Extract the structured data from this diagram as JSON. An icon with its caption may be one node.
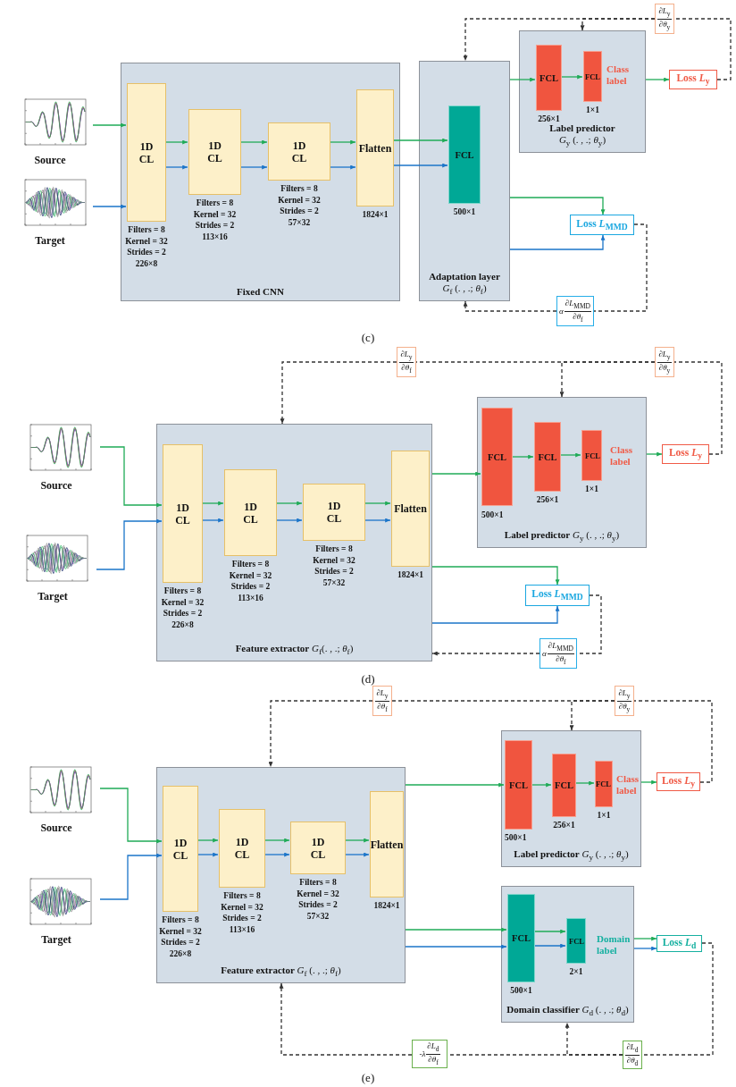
{
  "diagram": {
    "nodes": [
      {
        "text": [
          "Source"
        ]
      },
      {
        "text": [
          "Target"
        ]
      },
      {
        "text": [
          "Fixed CNN"
        ]
      },
      {
        "text": [
          "1D CL"
        ],
        "in": 2,
        "beside": [
          "Filters = 8",
          "Kernel = 32",
          "Strides = 2",
          "226×8"
        ]
      },
      {
        "text": [
          "1D CL"
        ],
        "in": 2,
        "beside": [
          "Filters = 8",
          "Kernel = 32",
          "Strides = 2",
          "113×16"
        ]
      },
      {
        "text": [
          "1D CL"
        ],
        "in": 2,
        "beside": [
          "Filters = 8",
          "Kernel = 32",
          "Strides = 2",
          "57×32"
        ]
      },
      {
        "text": [
          "Flatten"
        ],
        "in": 2,
        "beside": [
          "1824×1"
        ]
      },
      {
        "text": [
          "Adaptation layer",
          "*G*$_{f}$ (. , .; *θ*$_{f}$)"
        ]
      },
      {
        "text": [
          "FCL"
        ],
        "in": 7,
        "beside": [
          "500×1"
        ]
      },
      {
        "text": [
          "Label predictor",
          "*G*$_{y}$ (. , .; *θ*$_{y}$)"
        ]
      },
      {
        "text": [
          "FCL"
        ],
        "in": 9,
        "beside": [
          "256×1"
        ]
      },
      {
        "text": [
          "FCL"
        ],
        "in": 9,
        "beside": [
          "1×1",
          "Class label"
        ]
      },
      {
        "text": [
          "Loss *L*$_{y}$"
        ]
      },
      {
        "text": [
          "Loss *L*$_{MMD}$"
        ]
      },
      {
        "text": [
          "∂*L*$_{y}$",
          "∂*θ*$_{y}$"
        ]
      },
      {
        "text": [
          "*α*",
          "∂*L*$_{MMD}$",
          "∂*θ*$_{f}$"
        ]
      },
      {
        "text": [
          "Source"
        ]
      },
      {
        "text": [
          "Target"
        ]
      },
      {
        "text": [
          "**Feature extractor** *G*$_{f}$(. , .; *θ*$_{f}$)"
        ]
      },
      {
        "text": [
          "1D CL"
        ],
        "in": 18,
        "beside": [
          "Filters = 8",
          "Kernel = 32",
          "Strides = 2",
          "226×8"
        ]
      },
      {
        "text": [
          "1D CL"
        ],
        "in": 18,
        "beside": [
          "Filters = 8",
          "Kernel = 32",
          "Strides = 2",
          "113×16"
        ]
      },
      {
        "text": [
          "1D CL"
        ],
        "in": 18,
        "beside": [
          "Filters = 8",
          "Kernel = 32",
          "Strides = 2",
          "57×32"
        ]
      },
      {
        "text": [
          "Flatten"
        ],
        "in": 18,
        "beside": [
          "1824×1"
        ]
      },
      {
        "text": [
          "**Label predictor** *G*$_{y}$ (. , .; *θ*$_{y}$)"
        ]
      },
      {
        "text": [
          "FCL"
        ],
        "in": 23,
        "beside": [
          "500×1"
        ]
      },
      {
        "text": [
          "FCL"
        ],
        "in": 23,
        "beside": [
          "256×1"
        ]
      },
      {
        "text": [
          "FCL"
        ],
        "in": 23,
        "beside": [
          "1×1",
          "Class label"
        ]
      },
      {
        "text": [
          "Loss *L*$_{y}$"
        ]
      },
      {
        "text": [
          "Loss *L*$_{MMD}$"
        ]
      },
      {
        "text": [
          "∂*L*$_{y}$",
          "∂*θ*$_{f}$"
        ]
      },
      {
        "text": [
          "∂*L*$_{y}$",
          "∂*θ*$_{y}$"
        ]
      },
      {
        "text": [
          "*α*",
          "∂*L*$_{MMD}$",
          "∂*θ*$_{f}$"
        ]
      },
      {
        "text": [
          "Source"
        ]
      },
      {
        "text": [
          "Target"
        ]
      },
      {
        "text": [
          "**Feature extractor** *G*$_{f}$ (. , .; *θ*$_{f}$)"
        ]
      },
      {
        "text": [
          "1D CL"
        ],
        "in": 34,
        "beside": [
          "Filters = 8",
          "Kernel = 32",
          "Strides = 2",
          "226×8"
        ]
      },
      {
        "text": [
          "1D CL"
        ],
        "in": 34,
        "beside": [
          "Filters = 8",
          "Kernel = 32",
          "Strides = 2",
          "113×16"
        ]
      },
      {
        "text": [
          "1D CL"
        ],
        "in": 34,
        "beside": [
          "Filters = 8",
          "Kernel = 32",
          "Strides = 2",
          "57×32"
        ]
      },
      {
        "text": [
          "Flatten"
        ],
        "in": 34,
        "beside": [
          "1824×1"
        ]
      },
      {
        "text": [
          "**Label predictor** *G*$_{y}$ (. , .; *θ*$_{y}$)"
        ]
      },
      {
        "text": [
          "FCL"
        ],
        "in": 39,
        "beside": [
          "500×1"
        ]
      },
      {
        "text": [
          "FCL"
        ],
        "in": 39,
        "beside": [
          "256×1"
        ]
      },
      {
        "text": [
          "FCL"
        ],
        "in": 39,
        "beside": [
          "1×1",
          "Class label"
        ]
      },
      {
        "text": [
          "Loss *L*$_{y}$"
        ]
      },
      {
        "text": [
          "**Domain classifier** *G*$_{d}$ (. , .; *θ*$_{d}$)"
        ]
      },
      {
        "text": [
          "FCL"
        ],
        "in": 44,
        "beside": [
          "500×1"
        ]
      },
      {
        "text": [
          "FCL"
        ],
        "in": 44,
        "beside": [
          "2×1",
          "Domain label"
        ]
      },
      {
        "text": [
          "Loss *L*$_{d}$"
        ]
      },
      {
        "text": [
          "∂*L*$_{y}$",
          "∂*θ*$_{f}$"
        ]
      },
      {
        "text": [
          "∂*L*$_{y}$",
          "∂*θ*$_{y}$"
        ]
      },
      {
        "text": [
          "-*λ*",
          "∂*L*$_{d}$",
          "∂*θ*$_{f}$"
        ]
      },
      {
        "text": [
          "∂*L*$_{d}$",
          "∂*θ*$_{d}$"
        ]
      }
    ],
    "edges": [
      {
        "from": 0,
        "to": 3,
        "arrow": "to",
        "color": "#1fab57"
      },
      {
        "from": 1,
        "to": 3,
        "arrow": "to",
        "color": "#1b75c9"
      },
      {
        "from": 3,
        "to": 4,
        "arrow": "to",
        "color": "#1fab57"
      },
      {
        "from": 3,
        "to": 4,
        "arrow": "to",
        "color": "#1b75c9"
      },
      {
        "from": 4,
        "to": 5,
        "arrow": "to",
        "color": "#1fab57"
      },
      {
        "from": 4,
        "to": 5,
        "arrow": "to",
        "color": "#1b75c9"
      },
      {
        "from": 5,
        "to": 6,
        "arrow": "to",
        "color": "#1fab57"
      },
      {
        "from": 5,
        "to": 6,
        "arrow": "to",
        "color": "#1b75c9"
      },
      {
        "from": 6,
        "to": 8,
        "arrow": "to",
        "color": "#1fab57"
      },
      {
        "from": 6,
        "to": 8,
        "arrow": "to",
        "color": "#1b75c9"
      },
      {
        "from": 7,
        "to": 10,
        "arrow": "to",
        "color": "#1fab57"
      },
      {
        "from": 10,
        "to": 11,
        "arrow": "to",
        "color": "#1fab57"
      },
      {
        "from": 9,
        "to": 12,
        "arrow": "to",
        "color": "#1fab57"
      },
      {
        "from": 7,
        "to": 13,
        "arrow": "to",
        "color": "#1fab57"
      },
      {
        "from": 7,
        "to": 13,
        "arrow": "to",
        "color": "#1b75c9"
      },
      {
        "from": 12,
        "to": 14,
        "arrow": "none",
        "style": "dashed",
        "color": "#333333"
      },
      {
        "from": 14,
        "to": 9,
        "arrow": "to",
        "style": "dashed",
        "color": "#333333"
      },
      {
        "from": 14,
        "to": 7,
        "arrow": "to",
        "style": "dashed",
        "color": "#333333"
      },
      {
        "from": 13,
        "to": 15,
        "arrow": "none",
        "style": "dashed",
        "color": "#333333"
      },
      {
        "from": 15,
        "to": 7,
        "arrow": "to",
        "style": "dashed",
        "color": "#333333"
      },
      {
        "from": 16,
        "to": 19,
        "arrow": "to",
        "color": "#1fab57"
      },
      {
        "from": 17,
        "to": 19,
        "arrow": "to",
        "color": "#1b75c9"
      },
      {
        "from": 19,
        "to": 20,
        "arrow": "to",
        "color": "#1fab57"
      },
      {
        "from": 19,
        "to": 20,
        "arrow": "to",
        "color": "#1b75c9"
      },
      {
        "from": 20,
        "to": 21,
        "arrow": "to",
        "color": "#1fab57"
      },
      {
        "from": 20,
        "to": 21,
        "arrow": "to",
        "color": "#1b75c9"
      },
      {
        "from": 21,
        "to": 22,
        "arrow": "to",
        "color": "#1fab57"
      },
      {
        "from": 21,
        "to": 22,
        "arrow": "to",
        "color": "#1b75c9"
      },
      {
        "from": 18,
        "to": 24,
        "arrow": "to",
        "color": "#1fab57"
      },
      {
        "from": 24,
        "to": 25,
        "arrow": "to",
        "color": "#1fab57"
      },
      {
        "from": 25,
        "to": 26,
        "arrow": "to",
        "color": "#1fab57"
      },
      {
        "from": 23,
        "to": 27,
        "arrow": "to",
        "color": "#1fab57"
      },
      {
        "from": 18,
        "to": 28,
        "arrow": "to",
        "color": "#1fab57"
      },
      {
        "from": 18,
        "to": 28,
        "arrow": "to",
        "color": "#1b75c9"
      },
      {
        "from": 27,
        "to": 30,
        "arrow": "none",
        "style": "dashed",
        "color": "#333333"
      },
      {
        "from": 30,
        "to": 23,
        "arrow": "to",
        "style": "dashed",
        "color": "#333333"
      },
      {
        "from": 30,
        "to": 29,
        "arrow": "none",
        "style": "dashed",
        "color": "#333333"
      },
      {
        "from": 29,
        "to": 18,
        "arrow": "to",
        "style": "dashed",
        "color": "#333333"
      },
      {
        "from": 28,
        "to": 31,
        "arrow": "none",
        "style": "dashed",
        "color": "#333333"
      },
      {
        "from": 31,
        "to": 18,
        "arrow": "to",
        "style": "dashed",
        "color": "#333333"
      },
      {
        "from": 32,
        "to": 35,
        "arrow": "to",
        "color": "#1fab57"
      },
      {
        "from": 33,
        "to": 35,
        "arrow": "to",
        "color": "#1b75c9"
      },
      {
        "from": 35,
        "to": 36,
        "arrow": "to",
        "color": "#1fab57"
      },
      {
        "from": 35,
        "to": 36,
        "arrow": "to",
        "color": "#1b75c9"
      },
      {
        "from": 36,
        "to": 37,
        "arrow": "to",
        "color": "#1fab57"
      },
      {
        "from": 36,
        "to": 37,
        "arrow": "to",
        "color": "#1b75c9"
      },
      {
        "from": 37,
        "to": 38,
        "arrow": "to",
        "color": "#1fab57"
      },
      {
        "from": 37,
        "to": 38,
        "arrow": "to",
        "color": "#1b75c9"
      },
      {
        "from": 34,
        "to": 40,
        "arrow": "to",
        "color": "#1fab57"
      },
      {
        "from": 40,
        "to": 41,
        "arrow": "to",
        "color": "#1fab57"
      },
      {
        "from": 41,
        "to": 42,
        "arrow": "to",
        "color": "#1fab57"
      },
      {
        "from": 39,
        "to": 43,
        "arrow": "to",
        "color": "#1fab57"
      },
      {
        "from": 34,
        "to": 45,
        "arrow": "to",
        "color": "#1fab57"
      },
      {
        "from": 34,
        "to": 45,
        "arrow": "to",
        "color": "#1b75c9"
      },
      {
        "from": 45,
        "to": 46,
        "arrow": "to",
        "color": "#1fab57"
      },
      {
        "from": 45,
        "to": 46,
        "arrow": "to",
        "color": "#1b75c9"
      },
      {
        "from": 44,
        "to": 47,
        "arrow": "to",
        "color": "#1fab57"
      },
      {
        "from": 44,
        "to": 47,
        "arrow": "to",
        "color": "#1b75c9"
      },
      {
        "from": 43,
        "to": 49,
        "arrow": "none",
        "style": "dashed",
        "color": "#333333"
      },
      {
        "from": 49,
        "to": 39,
        "arrow": "to",
        "style": "dashed",
        "color": "#333333"
      },
      {
        "from": 49,
        "to": 48,
        "arrow": "none",
        "style": "dashed",
        "color": "#333333"
      },
      {
        "from": 48,
        "to": 34,
        "arrow": "to",
        "style": "dashed",
        "color": "#333333"
      },
      {
        "from": 47,
        "to": 51,
        "arrow": "none",
        "style": "dashed",
        "color": "#333333"
      },
      {
        "from": 51,
        "to": 44,
        "arrow": "to",
        "style": "dashed",
        "color": "#333333"
      },
      {
        "from": 51,
        "to": 50,
        "arrow": "none",
        "style": "dashed",
        "color": "#333333"
      },
      {
        "from": 50,
        "to": 34,
        "arrow": "to",
        "style": "dashed",
        "color": "#333333"
      }
    ],
    "labels": [
      "(c)",
      "(d)",
      "(e)"
    ]
  }
}
